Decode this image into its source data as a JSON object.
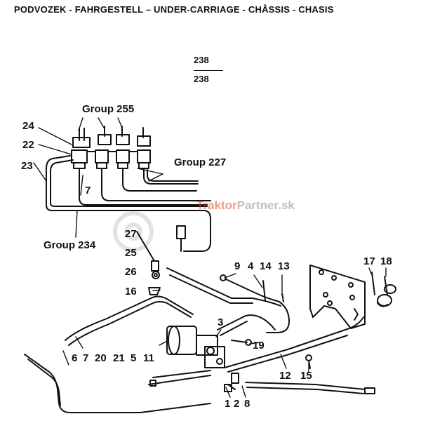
{
  "header": {
    "title": "PODVOZEK - FAHRGESTELL – UNDER-CARRIAGE - CHÂSSIS - CHASIS",
    "page_top": "238",
    "page_bottom": "238"
  },
  "watermark": {
    "part1": "Traktor",
    "part2": "Partner.sk",
    "color1": "#e04a2a",
    "color2": "#8a8a8a"
  },
  "groups": {
    "g255": "Group 255",
    "g227": "Group 227",
    "g234": "Group 234"
  },
  "callouts": {
    "c24": "24",
    "c22": "22",
    "c23": "23",
    "c7a": "7",
    "c27": "27",
    "c25": "25",
    "c26": "26",
    "c16": "16",
    "c9": "9",
    "c4": "4",
    "c14": "14",
    "c13": "13",
    "c17": "17",
    "c18": "18",
    "c3": "3",
    "c19": "19",
    "c6": "6",
    "c7b": "7",
    "c20": "20",
    "c21": "21",
    "c5": "5",
    "c11": "11",
    "c12": "12",
    "c15": "15",
    "c1": "1",
    "c2": "2",
    "c8": "8"
  }
}
